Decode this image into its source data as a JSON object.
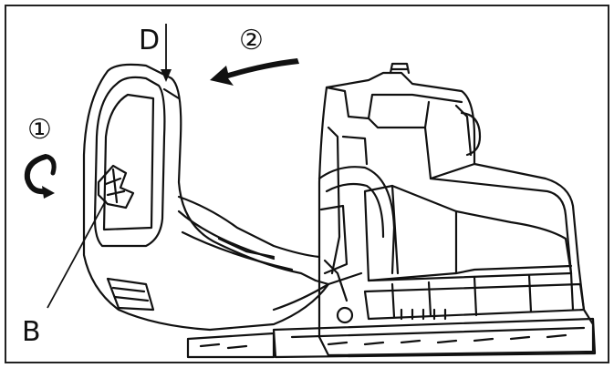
{
  "figure": {
    "labels": {
      "d": "D",
      "b": "B",
      "step1": "①",
      "step2": "②"
    },
    "colors": {
      "line": "#111111",
      "background": "#ffffff"
    },
    "icons": [
      "rotate-arrow-icon",
      "curved-arrow-left-icon",
      "pointer-arrow"
    ]
  }
}
